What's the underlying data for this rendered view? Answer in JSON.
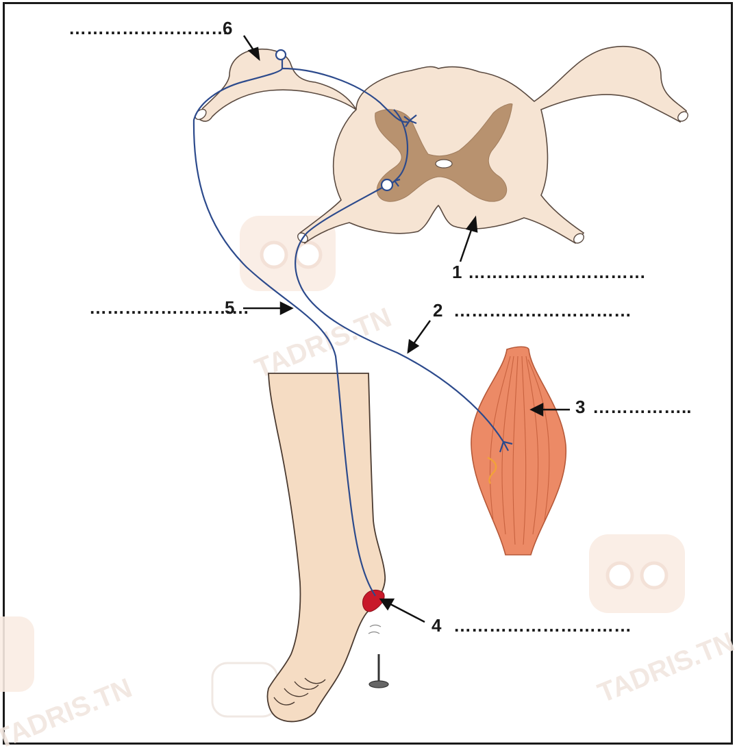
{
  "labels": {
    "l1": {
      "num": "1",
      "dots": "…………………………"
    },
    "l2": {
      "num": "2",
      "dots": "…………………………"
    },
    "l3": {
      "num": "3",
      "dots": "…………….."
    },
    "l4": {
      "num": "4",
      "dots": "…………………………"
    },
    "l5": {
      "num": "5",
      "dots": "………………………"
    },
    "l6": {
      "num": "6",
      "dots": "………………………"
    }
  },
  "watermark": {
    "text": "TADRIS.TN"
  },
  "colors": {
    "white_matter": "#f6e4d3",
    "grey_matter": "#b8926f",
    "nerve": "#2c4a8c",
    "muscle": "#ec8a66",
    "skin": "#f5dcc3",
    "receptor": "#c8192a",
    "outline": "#5a4a40"
  }
}
